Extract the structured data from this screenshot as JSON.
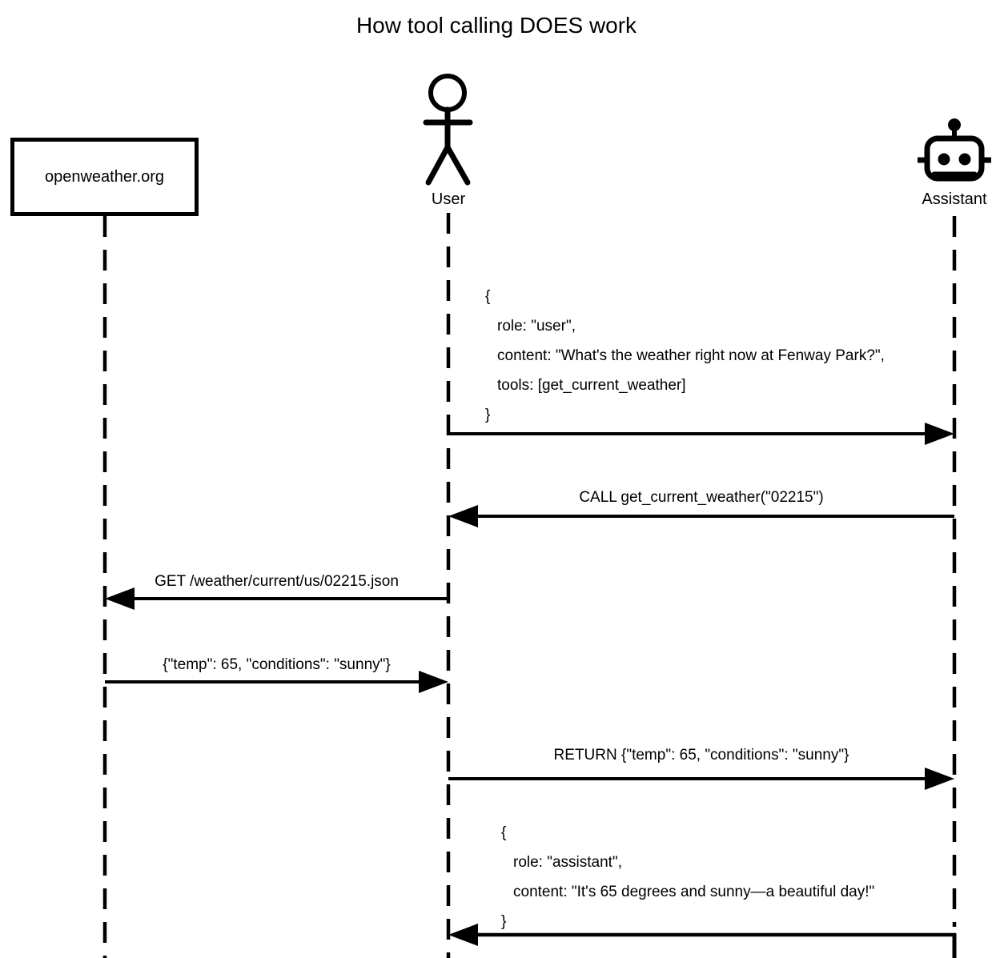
{
  "title": "How tool calling DOES work",
  "colors": {
    "line": "#000000",
    "background": "#ffffff",
    "text": "#000000"
  },
  "participants": [
    {
      "id": "openweather",
      "label": "openweather.org",
      "type": "system-box"
    },
    {
      "id": "user",
      "label": "User",
      "type": "person-actor"
    },
    {
      "id": "assistant",
      "label": "Assistant",
      "type": "robot-actor"
    }
  ],
  "messages": [
    {
      "from": "user",
      "to": "assistant",
      "lines": [
        "{",
        "role: \"user\",",
        "content: \"What's the weather right now at Fenway Park?\",",
        "tools: [get_current_weather]",
        "}"
      ]
    },
    {
      "from": "assistant",
      "to": "user",
      "label": "CALL get_current_weather(\"02215\")"
    },
    {
      "from": "user",
      "to": "openweather",
      "label": "GET /weather/current/us/02215.json"
    },
    {
      "from": "openweather",
      "to": "user",
      "label": "{\"temp\": 65, \"conditions\": \"sunny\"}"
    },
    {
      "from": "user",
      "to": "assistant",
      "label": "RETURN {\"temp\": 65, \"conditions\": \"sunny\"}"
    },
    {
      "from": "assistant",
      "to": "user",
      "lines": [
        "{",
        "role: \"assistant\",",
        "content: \"It's 65 degrees and sunny—a beautiful day!\"",
        "}"
      ]
    }
  ]
}
